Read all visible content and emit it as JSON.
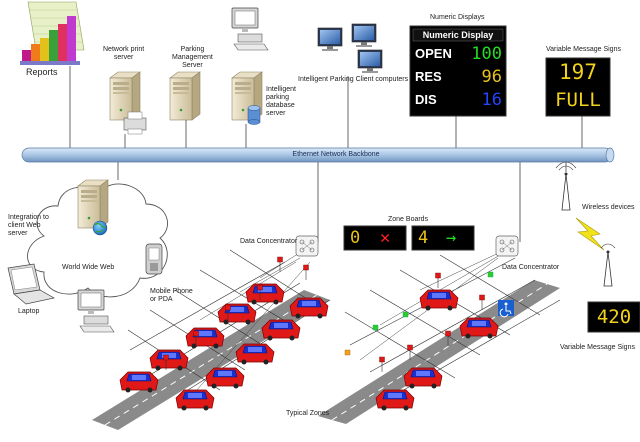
{
  "labels": {
    "reports": "Reports",
    "network_print_server": [
      "Network print",
      "server"
    ],
    "parking_management_server": [
      "Parking",
      "Management",
      "Server"
    ],
    "ipd_server": [
      "Intelligent",
      "parking",
      "database",
      "server"
    ],
    "client_computers": "Intelligent Parking Client computers",
    "numeric_displays": "Numeric Displays",
    "vms_top": "Variable Message Signs",
    "backbone": "Ethernet Network Backbone",
    "wireless": "Wireless devices",
    "web_integration": [
      "Integration to",
      "client Web",
      "server"
    ],
    "www": "World Wide Web",
    "laptop": "Laptop",
    "mobile": [
      "Mobile Phone",
      "or PDA"
    ],
    "zone_boards": "Zone Boards",
    "concentrator_left": "Data Concentrator",
    "concentrator_right": "Data Concentrator",
    "vms_bottom": "Variable Message Signs",
    "typical_zones": "Typical Zones"
  },
  "numeric_display": {
    "header": "Numeric Display",
    "rows": [
      {
        "label": "OPEN",
        "value": "100",
        "color": "#22dd22"
      },
      {
        "label": "RES",
        "value": "96",
        "color": "#e8c21a"
      },
      {
        "label": "DIS",
        "value": "16",
        "color": "#2244ff"
      }
    ]
  },
  "vms_top_sign": {
    "line1": "197",
    "line2": "FULL",
    "color": "#f2d21a"
  },
  "vms_bottom_sign": {
    "value": "420",
    "color": "#f2d21a"
  },
  "zone_boards": [
    {
      "number": "0",
      "arrow": "✕",
      "number_color": "#e8c21a",
      "arrow_color": "#ff2222"
    },
    {
      "number": "4",
      "arrow": "→",
      "number_color": "#e8c21a",
      "arrow_color": "#22dd22"
    }
  ],
  "colors": {
    "backbone": "#a9c6e6",
    "car": "#e01818",
    "car_roof": "#1a2fd0",
    "road": "#8a8a8a"
  },
  "icons": [
    "bar-chart-icon",
    "server-icon",
    "printer-icon",
    "database-icon",
    "computer-icon",
    "cloud-icon",
    "globe-icon",
    "laptop-icon",
    "mobile-phone-icon",
    "antenna-icon",
    "lightning-icon",
    "data-concentrator-icon",
    "wheelchair-icon",
    "car-icon",
    "sensor-light-icon"
  ]
}
